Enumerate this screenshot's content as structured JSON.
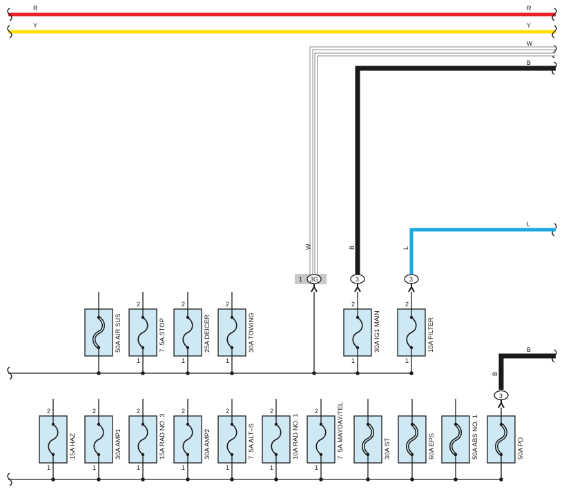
{
  "wire_colors": {
    "R": "#e8212a",
    "Y": "#ffe000",
    "W": "#ffffff",
    "B": "#1a1a1a",
    "L": "#1ba8e0",
    "fuse_fill": "#cfe9f4"
  },
  "wires": {
    "r": {
      "left_label": "R",
      "right_label": "R"
    },
    "y": {
      "left_label": "Y",
      "right_label": "Y"
    },
    "w": {
      "right_label": "W",
      "vertical_label": "W"
    },
    "b": {
      "right_label": "B",
      "vertical_label": "B"
    },
    "l": {
      "right_label": "L",
      "vertical_label": "L"
    },
    "b2": {
      "right_label": "B",
      "vertical_label": "B"
    }
  },
  "connectors": {
    "w_conn": {
      "pin": "1",
      "label": "3G"
    },
    "b_conn": {
      "label": "3"
    },
    "l_conn": {
      "label": "3"
    },
    "b2_conn": {
      "label": "3"
    }
  },
  "row1_fuses": [
    {
      "label": "50A AIR SUS",
      "pin_top": "",
      "pin_bottom": "",
      "type": "heavy"
    },
    {
      "label": "7. 5A STOP",
      "pin_top": "2",
      "pin_bottom": "1",
      "type": "light"
    },
    {
      "label": "25A DEICER",
      "pin_top": "2",
      "pin_bottom": "1",
      "type": "light"
    },
    {
      "label": "30A TOWING",
      "pin_top": "2",
      "pin_bottom": "1",
      "type": "light"
    },
    {
      "label": "30A IG1 MAIN",
      "pin_top": "2",
      "pin_bottom": "1",
      "type": "light"
    },
    {
      "label": "10A FILTER",
      "pin_top": "2",
      "pin_bottom": "1",
      "type": "light"
    }
  ],
  "row2_fuses": [
    {
      "label": "15A HAZ",
      "pin_top": "2",
      "pin_bottom": "1",
      "type": "light"
    },
    {
      "label": "30A AMP1",
      "pin_top": "2",
      "pin_bottom": "1",
      "type": "light"
    },
    {
      "label": "15A RAD NO. 3",
      "pin_top": "2",
      "pin_bottom": "1",
      "type": "light"
    },
    {
      "label": "30A AMP2",
      "pin_top": "2",
      "pin_bottom": "1",
      "type": "light"
    },
    {
      "label": "7. 5A ALT–S",
      "pin_top": "2",
      "pin_bottom": "1",
      "type": "light"
    },
    {
      "label": "10A RAD NO. 1",
      "pin_top": "2",
      "pin_bottom": "1",
      "type": "light"
    },
    {
      "label": "7. 5A MAYDAY/TEL",
      "pin_top": "2",
      "pin_bottom": "1",
      "type": "light"
    },
    {
      "label": "30A ST",
      "pin_top": "",
      "pin_bottom": "",
      "type": "heavy"
    },
    {
      "label": "60A EPS",
      "pin_top": "",
      "pin_bottom": "",
      "type": "heavy"
    },
    {
      "label": "50A ABS NO. 1",
      "pin_top": "",
      "pin_bottom": "",
      "type": "heavy"
    },
    {
      "label": "50A PD",
      "pin_top": "",
      "pin_bottom": "",
      "type": "heavy"
    }
  ]
}
